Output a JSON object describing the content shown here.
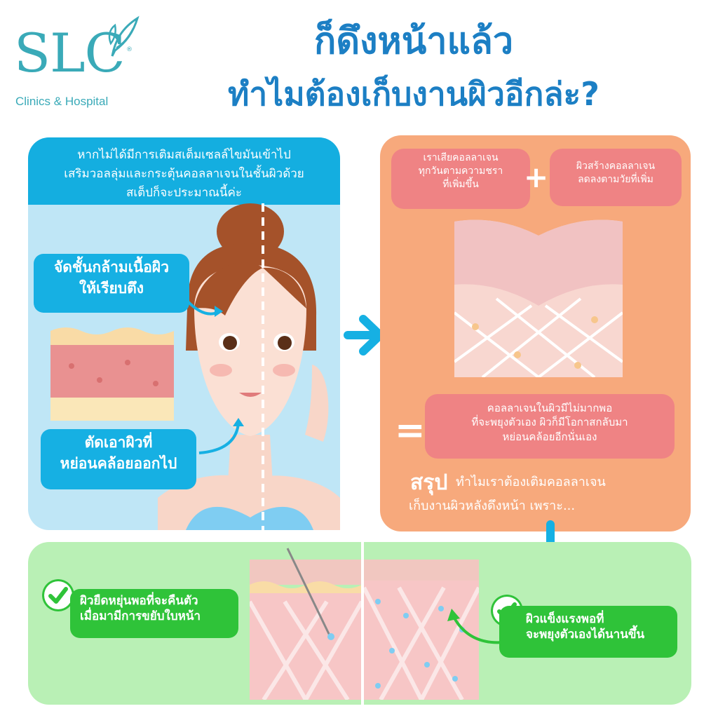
{
  "brand": {
    "name": "SLC",
    "subtitle": "Clinics & Hospital",
    "registered_mark": "®"
  },
  "headline": {
    "line1": "ก็ดึงหน้าแล้ว",
    "line2": "ทำไมต้องเก็บงานผิวอีกล่ะ?"
  },
  "left_panel": {
    "header_lines": [
      "หากไม่ได้มีการเติมสเต็มเซลล์ไขมันเข้าไป",
      "เสริมวอลลุ่มและกระตุ้นคอลลาเจนในชั้นผิวด้วย",
      "สเต็ปก็จะประมาณนี้ค่ะ"
    ],
    "callout_top": [
      "จัดชั้นกล้ามเนื้อผิว",
      "ให้เรียบตึง"
    ],
    "callout_bottom": [
      "ตัดเอาผิวที่",
      "หย่อนคล้อยออกไป"
    ]
  },
  "right_panel": {
    "pill_left": [
      "เราเสียคอลลาเจน",
      "ทุกวันตามความชรา",
      "ที่เพิ่มขึ้น"
    ],
    "plus": "+",
    "pill_right": [
      "ผิวสร้างคอลลาเจน",
      "ลดลงตามวัยที่เพิ่ม"
    ],
    "equals": "=",
    "result": [
      "คอลลาเจนในผิวมีไม่มากพอ",
      "ที่จะพยุงตัวเอง ผิวก็มีโอกาสกลับมา",
      "หย่อนคล้อยอีกนั่นเอง"
    ],
    "summary_label": "สรุป",
    "summary_line1": "ทำไมเราต้องเติมคอลลาเจน",
    "summary_line2": "เก็บงานผิวหลังดึงหน้า เพราะ..."
  },
  "bottom_panel": {
    "benefit_left": [
      "ผิวยืดหยุ่นพอที่จะคืนตัว",
      "เมื่อมามีการขยับใบหน้า"
    ],
    "benefit_right": [
      "ผิวแข็งแรงพอที่",
      "จะพยุงตัวเองได้นานขึ้น"
    ]
  },
  "colors": {
    "brand_teal": "#3aaab8",
    "title_blue": "#1c7fc4",
    "panel_blue": "#bfe6f6",
    "accent_blue": "#16b0e3",
    "panel_orange": "#f7a97c",
    "pill_red": "#ef8384",
    "panel_green": "#b9f0b5",
    "pill_green": "#2fc339"
  }
}
